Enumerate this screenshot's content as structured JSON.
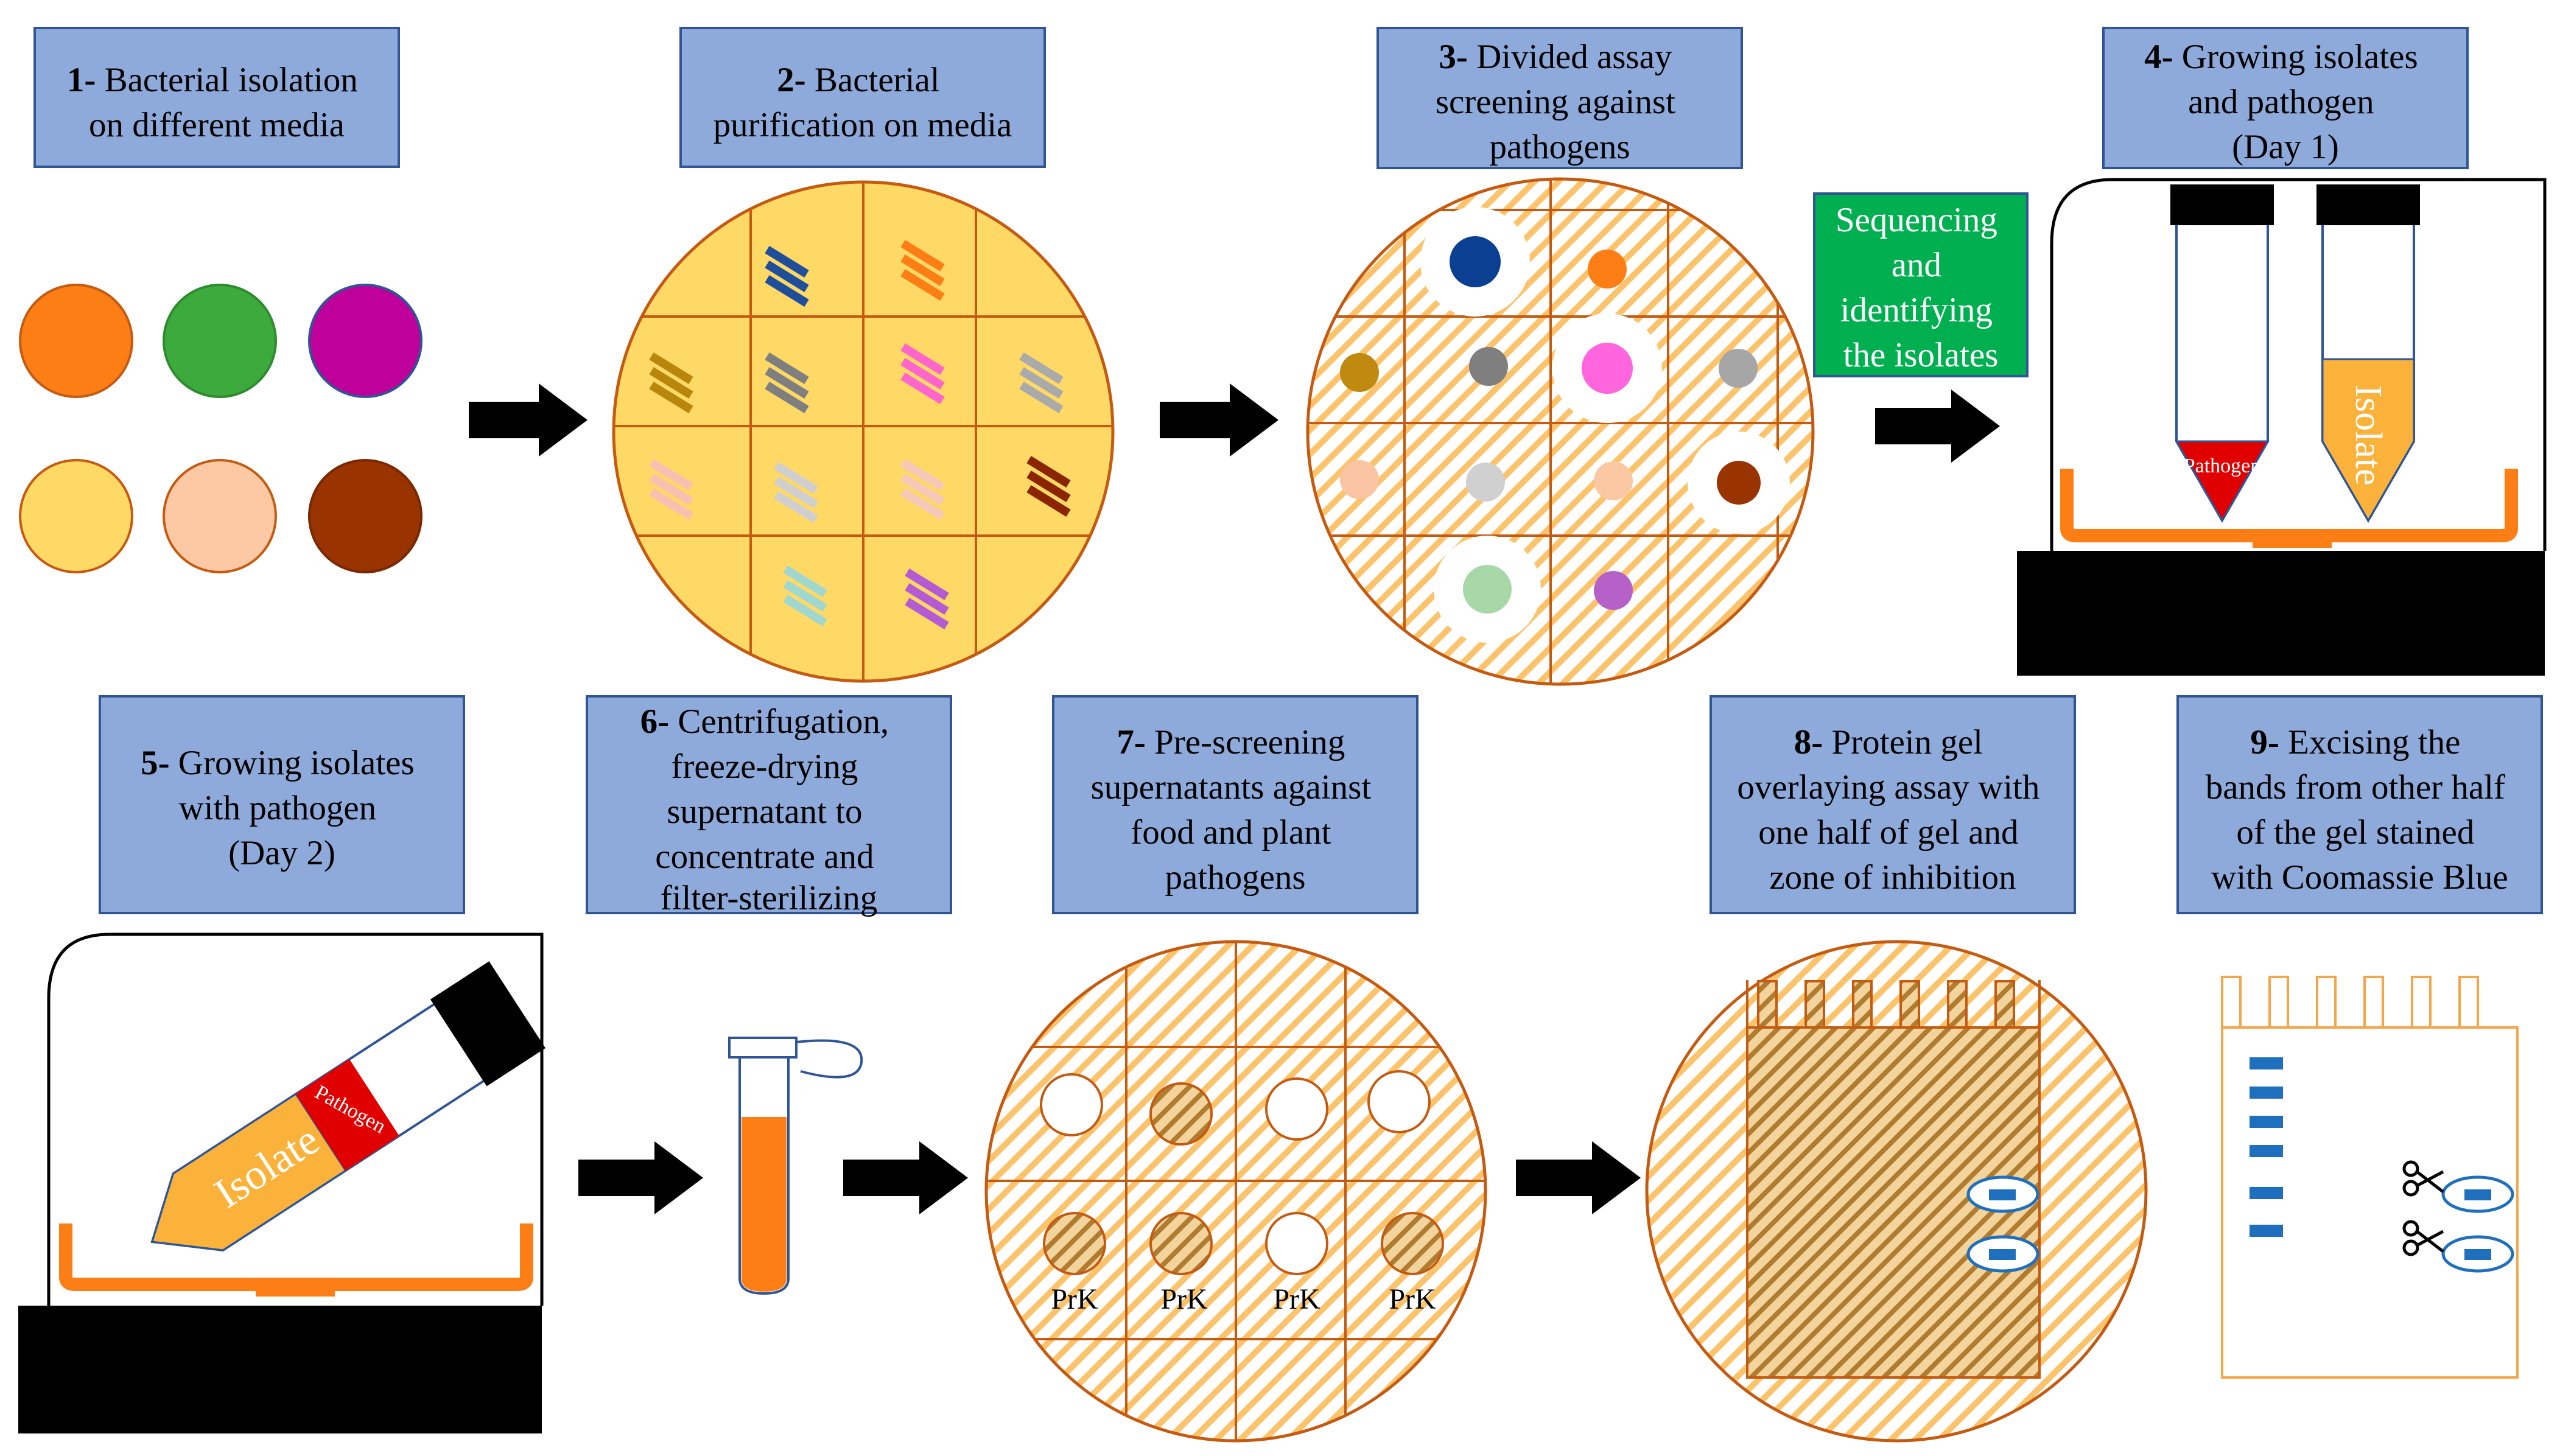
{
  "steps": [
    {
      "num": "1-",
      "line1": "Bacterial  isolation",
      "line2": "on different media"
    },
    {
      "num": "2-",
      "line1": "Bacterial",
      "line2": "purification on media"
    },
    {
      "num": "3-",
      "line1": "Divided assay",
      "line2": "screening  against",
      "line3": "pathogens"
    },
    {
      "num": "4-",
      "line1": "Growing  isolates",
      "line2": "and pathogen",
      "line3": "(Day 1)"
    },
    {
      "num": "5-",
      "line1": "Growing  isolates",
      "line2": "with pathogen",
      "line3": "(Day 2)"
    },
    {
      "num": "6-",
      "line1": "Centrifugation,",
      "line2": "freeze-drying",
      "line3": "supernatant  to",
      "line4": "concentrate  and",
      "line5": "filter-sterilizing"
    },
    {
      "num": "7-",
      "line1": "Pre-screening",
      "line2": "supernatants  against",
      "line3": "food  and  plant",
      "line4": "pathogens"
    },
    {
      "num": "8-",
      "line1": "Protein gel",
      "line2": "overlaying  assay  with",
      "line3": "one  half  of  gel  and",
      "line4": "zone  of  inhibition"
    },
    {
      "num": "9-",
      "line1": "Excising  the",
      "line2": "bands from other half",
      "line3": "of  the  gel  stained",
      "line4": "with  Coomassie  Blue"
    }
  ],
  "sequencing": {
    "line1": "Sequencing",
    "line2": "and",
    "line3": "identifying",
    "line4": "the isolates"
  },
  "tube_labels": {
    "pathogen": "Pathogen",
    "isolate": "Isolate"
  },
  "prk_label": "PrK",
  "colors": {
    "box_fill": "#8eaadb",
    "box_border": "#2f5597",
    "green_box": "#00b050",
    "plate_yellow": "#ffd966",
    "plate_border": "#c55a11",
    "hatch": "#f4b183",
    "orange": "#fd7e14",
    "black": "#000000",
    "red": "#e00000",
    "isolate_yellow": "#fbb23a",
    "band_blue": "#1f6fbf"
  },
  "media_colors": [
    "#fd7e14",
    "#3caa3c",
    "#c0009b",
    "#ffd966",
    "#fdc8a4",
    "#993300"
  ],
  "streak_colors": [
    "#1f4e9a",
    "#fd7e14",
    "#b8860b",
    "#7f7f7f",
    "#ff66cc",
    "#aaaaaa",
    "#f8c0b0",
    "#cfcfcf",
    "#f5c8b8",
    "#8b2500",
    "#a0d8d0",
    "#b45ad2"
  ],
  "assay_spots": [
    "#0b3f91",
    "#fd7e14",
    "#c08a10",
    "#7f7f7f",
    "#ff66dd",
    "#a6a6a6",
    "#fbc4a2",
    "#d0d0d0",
    "#fbc8a4",
    "#993300",
    "#a8d8a8",
    "#b561c8"
  ]
}
